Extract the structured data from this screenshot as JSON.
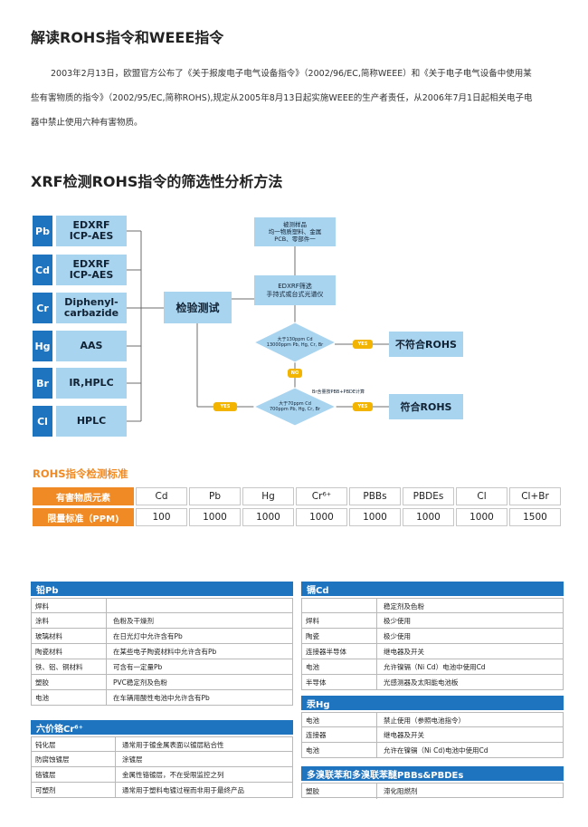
{
  "title": "解读ROHS指令和WEEE指令",
  "intro": "2003年2月13日，欧盟官方公布了《关于报废电子电气设备指令》（2002/96/EC,简称WEEE）和《关于电子电气设备中使用某些有害物质的指令》（2002/95/EC,简称ROHS),规定从2005年8月13日起实施WEEE的生产者责任，从2006年7月1日起相关电子电器中禁止使用六种有害物质。",
  "section2_title": "XRF检测ROHS指令的筛选性分析方法",
  "flow": {
    "elements": [
      {
        "sym": "Pb",
        "method": "EDXRF\nICP-AES"
      },
      {
        "sym": "Cd",
        "method": "EDXRF\nICP-AES"
      },
      {
        "sym": "Cr",
        "method": "Diphenyl-\ncarbazide"
      },
      {
        "sym": "Hg",
        "method": "AAS"
      },
      {
        "sym": "Br",
        "method": "IR,HPLC"
      },
      {
        "sym": "Cl",
        "method": "HPLC"
      }
    ],
    "test_box": "检验测试",
    "sample_box": "被测样品\n均一物质塑料、金属\nPCB、零部件一",
    "screen_box": "EDXRF筛选\n手持式或台式光谱仪",
    "diamond1": "大于130ppm Cd\n13000ppm Pb, Hg, Cr, Br",
    "diamond2": "大于70ppm Cd\n700ppm Pb, Hg, Cr, Br",
    "br_note": "Br含量按PBB+PBDE计算",
    "yes": "YES",
    "no": "NO",
    "fail": "不符合ROHS",
    "pass": "符合ROHS"
  },
  "standard": {
    "title": "ROHS指令检测标准",
    "row1_label": "有害物质元素",
    "row2_label": "限量标准（PPM)",
    "elements": [
      "Cd",
      "Pb",
      "Hg",
      "Cr⁶⁺",
      "PBBs",
      "PBDEs",
      "Cl",
      "Cl+Br"
    ],
    "limits": [
      "100",
      "1000",
      "1000",
      "1000",
      "1000",
      "1000",
      "1000",
      "1500"
    ]
  },
  "panels": {
    "pb": {
      "title": "铅Pb",
      "rows": [
        [
          "焊料",
          ""
        ],
        [
          "涂料",
          "色粉及干燥剂"
        ],
        [
          "玻璃材料",
          "在日光灯中允许含有Pb"
        ],
        [
          "陶瓷材料",
          "在某些电子陶瓷材料中允许含有Pb"
        ],
        [
          "铁、铝、铜材料",
          "可含有一定量Pb"
        ],
        [
          "塑胶",
          "PVC稳定剂及色粉"
        ],
        [
          "电池",
          "在车辆用酸性电池中允许含有Pb"
        ]
      ]
    },
    "cr": {
      "title": "六价铬Cr⁶⁺",
      "rows": [
        [
          "钝化层",
          "通常用于镀金属表面以镀层粘合性"
        ],
        [
          "防腐蚀镀层",
          "涂镀层"
        ],
        [
          "铬镀层",
          "金属性铬镀层，不在受限监控之列"
        ],
        [
          "可塑剂",
          "通常用于塑料电镀过程而非用于最终产品"
        ]
      ]
    },
    "cd": {
      "title": "镉Cd",
      "rows": [
        [
          "",
          "稳定剂及色粉"
        ],
        [
          "焊料",
          "极少使用"
        ],
        [
          "陶瓷",
          "极少使用"
        ],
        [
          "连接器半导体",
          "继电器及开关"
        ],
        [
          "电池",
          "允许镍镉（Ni Cd）电池中使用Cd"
        ],
        [
          "半导体",
          "光感测器及太阳能电池板"
        ]
      ]
    },
    "hg": {
      "title": "汞Hg",
      "rows": [
        [
          "电池",
          "禁止使用（参照电池指令）"
        ],
        [
          "连接器",
          "继电器及开关"
        ],
        [
          "电池",
          "允许在镍镉（Ni Cd)电池中使用Cd"
        ]
      ]
    },
    "pbb": {
      "title": "多溴联苯和多溴联苯醚PBBs&PBDEs",
      "rows": [
        [
          "塑胶",
          "滞化阻燃剂"
        ]
      ]
    }
  },
  "colors": {
    "blue": "#1f74bf",
    "light_blue": "#a9d4f0",
    "orange": "#f08a24",
    "yellow": "#f2b400"
  }
}
